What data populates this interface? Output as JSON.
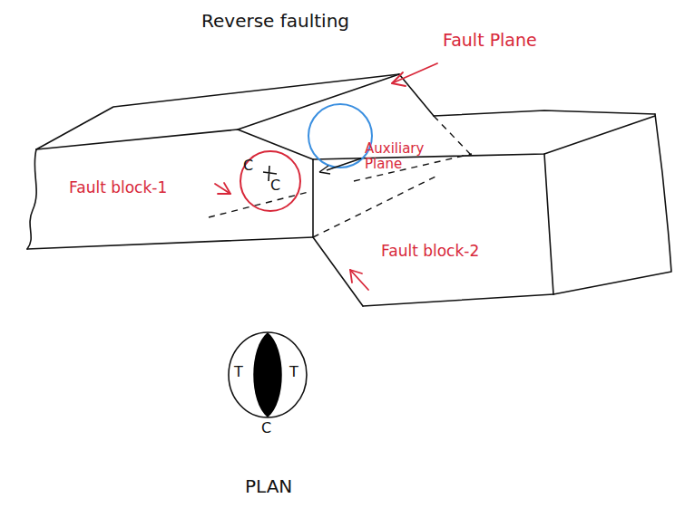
{
  "diagram": {
    "title": "Reverse faulting",
    "nodes": [
      {
        "text": [
          "C",
          "C"
        ]
      },
      {
        "text": [
          "T",
          "T",
          "C"
        ]
      }
    ],
    "labels": [
      "Fault Plane",
      "Auxiliary Plane",
      "Fault block-1",
      "Fault block-2",
      "PLAN"
    ]
  }
}
